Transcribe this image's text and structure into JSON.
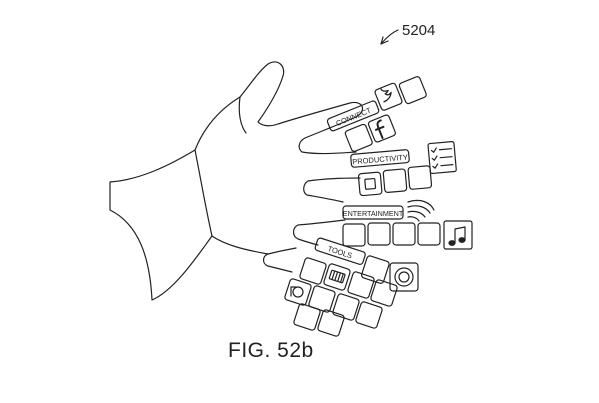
{
  "reference_number": "5204",
  "figure_caption": "FIG. 52b",
  "menus": {
    "connect": {
      "label": "CONNECT",
      "icons": [
        "twitter-icon",
        "facebook-icon"
      ]
    },
    "productivity": {
      "label": "PRODUCTIVITY",
      "icons": [
        "checklist-icon"
      ]
    },
    "entertainment": {
      "label": "ENTERTAINMENT",
      "icons": [
        "wifi-signal-icon",
        "music-note-icon"
      ]
    },
    "tools": {
      "label": "TOOLS",
      "icons": [
        "target-icon",
        "camera-icon",
        "film-icon"
      ]
    }
  },
  "colors": {
    "line": "#222222",
    "background": "#ffffff"
  }
}
